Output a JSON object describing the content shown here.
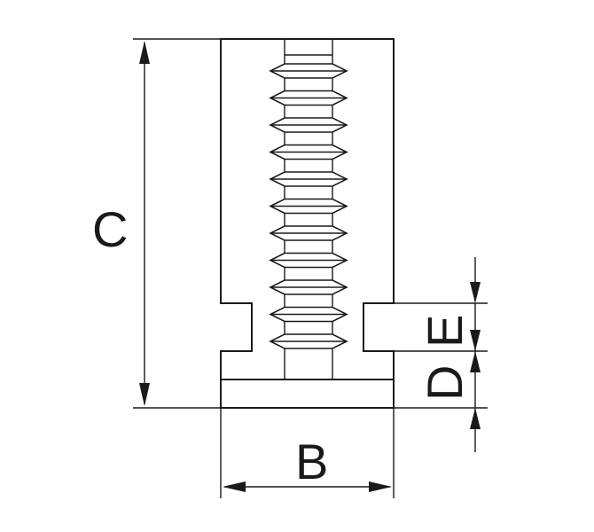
{
  "labels": {
    "c": "C",
    "b": "B",
    "d": "D",
    "e": "E"
  },
  "colors": {
    "line": "#1a1a1a",
    "background": "#ffffff"
  }
}
